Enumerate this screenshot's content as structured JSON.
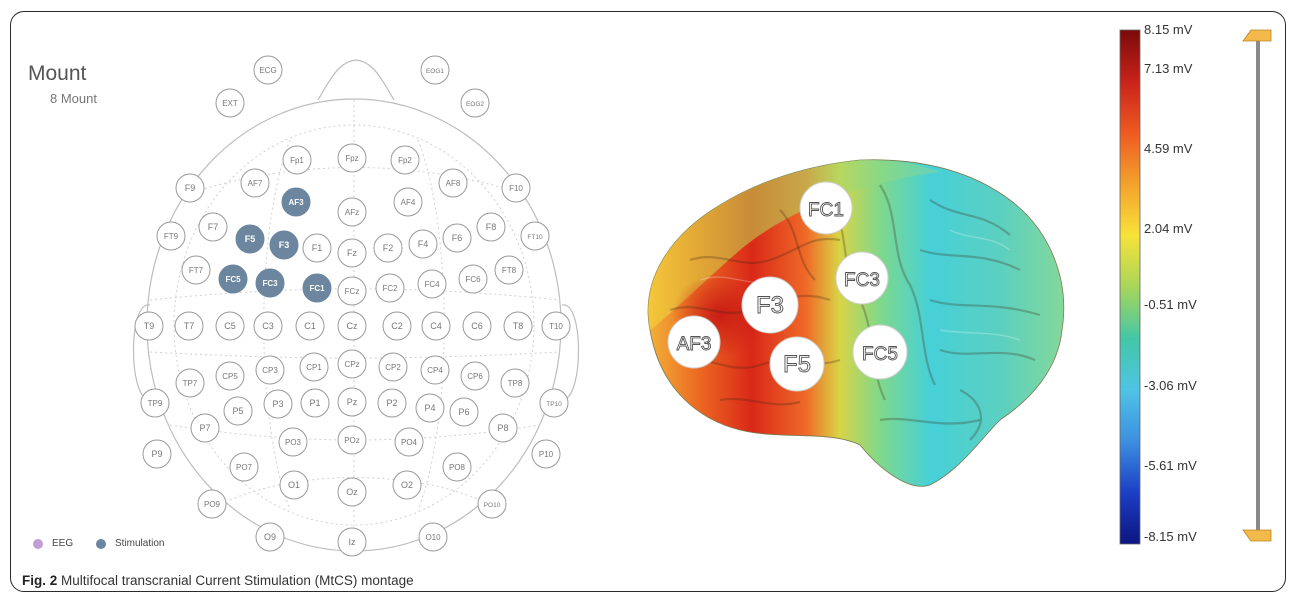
{
  "mount": {
    "title": "Mount",
    "subtitle": "8 Mount"
  },
  "legend": [
    {
      "label": "EEG",
      "color": "#c59bd6"
    },
    {
      "label": "Stimulation",
      "color": "#6c86a0"
    }
  ],
  "caption": {
    "prefix": "Fig. 2",
    "text": "Multifocal transcranial Current Stimulation (MtCS) montage"
  },
  "colors": {
    "stimulation": "#6c86a0",
    "eeg": "#c59bd6",
    "electrode_outline": "#9a9a9a",
    "frame": "#2a2a2a"
  },
  "electrodes": [
    {
      "name": "ECG",
      "stim": false
    },
    {
      "name": "EOG1",
      "stim": false
    },
    {
      "name": "EXT",
      "stim": false
    },
    {
      "name": "EOG2",
      "stim": false
    },
    {
      "name": "Fp1",
      "stim": false
    },
    {
      "name": "Fpz",
      "stim": false
    },
    {
      "name": "Fp2",
      "stim": false
    },
    {
      "name": "F9",
      "stim": false
    },
    {
      "name": "AF7",
      "stim": false
    },
    {
      "name": "AF3",
      "stim": true
    },
    {
      "name": "AFz",
      "stim": false
    },
    {
      "name": "AF4",
      "stim": false
    },
    {
      "name": "AF8",
      "stim": false
    },
    {
      "name": "F10",
      "stim": false
    },
    {
      "name": "F7",
      "stim": false
    },
    {
      "name": "F5",
      "stim": true
    },
    {
      "name": "F3",
      "stim": true
    },
    {
      "name": "F1",
      "stim": false
    },
    {
      "name": "Fz",
      "stim": false
    },
    {
      "name": "F2",
      "stim": false
    },
    {
      "name": "F4",
      "stim": false
    },
    {
      "name": "F6",
      "stim": false
    },
    {
      "name": "F8",
      "stim": false
    },
    {
      "name": "FT9",
      "stim": false
    },
    {
      "name": "FT10",
      "stim": false
    },
    {
      "name": "FT7",
      "stim": false
    },
    {
      "name": "FC5",
      "stim": true
    },
    {
      "name": "FC3",
      "stim": true
    },
    {
      "name": "FC1",
      "stim": true
    },
    {
      "name": "FCz",
      "stim": false
    },
    {
      "name": "FC2",
      "stim": false
    },
    {
      "name": "FC4",
      "stim": false
    },
    {
      "name": "FC6",
      "stim": false
    },
    {
      "name": "FT8",
      "stim": false
    },
    {
      "name": "T9",
      "stim": false
    },
    {
      "name": "T7",
      "stim": false
    },
    {
      "name": "C5",
      "stim": false
    },
    {
      "name": "C3",
      "stim": false
    },
    {
      "name": "C1",
      "stim": false
    },
    {
      "name": "Cz",
      "stim": false
    },
    {
      "name": "C2",
      "stim": false
    },
    {
      "name": "C4",
      "stim": false
    },
    {
      "name": "C6",
      "stim": false
    },
    {
      "name": "T8",
      "stim": false
    },
    {
      "name": "T10",
      "stim": false
    },
    {
      "name": "CP5",
      "stim": false
    },
    {
      "name": "CP3",
      "stim": false
    },
    {
      "name": "CP1",
      "stim": false
    },
    {
      "name": "CPz",
      "stim": false
    },
    {
      "name": "CP2",
      "stim": false
    },
    {
      "name": "CP4",
      "stim": false
    },
    {
      "name": "CP6",
      "stim": false
    },
    {
      "name": "TP7",
      "stim": false
    },
    {
      "name": "TP8",
      "stim": false
    },
    {
      "name": "TP9",
      "stim": false
    },
    {
      "name": "TP10",
      "stim": false
    },
    {
      "name": "P7",
      "stim": false
    },
    {
      "name": "P5",
      "stim": false
    },
    {
      "name": "P3",
      "stim": false
    },
    {
      "name": "P1",
      "stim": false
    },
    {
      "name": "Pz",
      "stim": false
    },
    {
      "name": "P2",
      "stim": false
    },
    {
      "name": "P4",
      "stim": false
    },
    {
      "name": "P6",
      "stim": false
    },
    {
      "name": "P8",
      "stim": false
    },
    {
      "name": "P9",
      "stim": false
    },
    {
      "name": "P10",
      "stim": false
    },
    {
      "name": "PO7",
      "stim": false
    },
    {
      "name": "PO3",
      "stim": false
    },
    {
      "name": "POz",
      "stim": false
    },
    {
      "name": "PO4",
      "stim": false
    },
    {
      "name": "PO8",
      "stim": false
    },
    {
      "name": "PO9",
      "stim": false
    },
    {
      "name": "O1",
      "stim": false
    },
    {
      "name": "Oz",
      "stim": false
    },
    {
      "name": "O2",
      "stim": false
    },
    {
      "name": "PO10",
      "stim": false
    },
    {
      "name": "O9",
      "stim": false
    },
    {
      "name": "Iz",
      "stim": false
    },
    {
      "name": "O10",
      "stim": false
    }
  ],
  "brain": {
    "labels": [
      "FC1",
      "FC3",
      "F3",
      "AF3",
      "F5",
      "FC5"
    ]
  },
  "colorbar": {
    "ticks": [
      "8.15 mV",
      "7.13 mV",
      "4.59 mV",
      "2.04 mV",
      "-0.51 mV",
      "-3.06 mV",
      "-5.61 mV",
      "-8.15 mV"
    ],
    "gradient": [
      "#7a0a0a",
      "#c8221a",
      "#ee5a22",
      "#f3a22d",
      "#f7e23a",
      "#a8d65a",
      "#44c7a6",
      "#4fc4e4",
      "#3d8fe0",
      "#1c3fc4",
      "#0c1580"
    ]
  },
  "slider": {
    "handle_color": "#f3b94a",
    "track_color": "#8a8a8a"
  }
}
